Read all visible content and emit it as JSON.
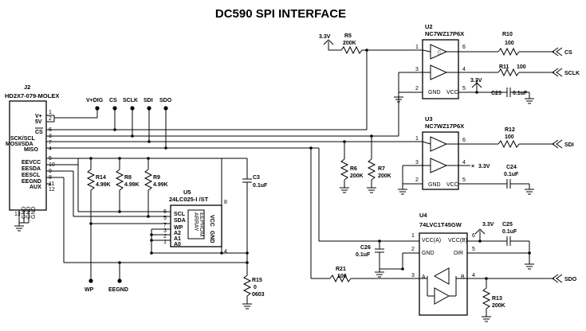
{
  "title": "DC590 SPI INTERFACE",
  "supply": "3.3V",
  "j2": {
    "ref": "J2",
    "part": "HD2X7-079-MOLEX",
    "pins": [
      "1",
      "2",
      "6",
      "3",
      "7",
      "4",
      "5",
      "10",
      "9",
      "8",
      "11",
      "12",
      "14",
      "13"
    ],
    "labels": [
      "V+",
      "5V",
      "CS",
      "SCK/SCL",
      "MOSI/SDA",
      "MISO",
      "EEVCC",
      "EESDA",
      "EESCL",
      "EEGND",
      "AUX"
    ],
    "gnd": "GND"
  },
  "top_labels": [
    "V+DIG",
    "CS",
    "SCLK",
    "SDI",
    "SDO"
  ],
  "resistors": {
    "r5": {
      "ref": "R5",
      "val": "200K"
    },
    "r10": {
      "ref": "R10",
      "val": "100"
    },
    "r11": {
      "ref": "R11",
      "val": "100"
    },
    "r12": {
      "ref": "R12",
      "val": "100"
    },
    "r6": {
      "ref": "R6",
      "val": "200K"
    },
    "r7": {
      "ref": "R7",
      "val": "200K"
    },
    "r14": {
      "ref": "R14",
      "val": "4.99K"
    },
    "r8": {
      "ref": "R8",
      "val": "4.99K"
    },
    "r9": {
      "ref": "R9",
      "val": "4.99K"
    },
    "r15": {
      "ref": "R15",
      "val": "0",
      "val2": "0603"
    },
    "r21": {
      "ref": "R21",
      "val": "100"
    },
    "r13": {
      "ref": "R13",
      "val": "200K"
    }
  },
  "caps": {
    "c23": {
      "ref": "C23",
      "val": "0.1uF"
    },
    "c24": {
      "ref": "C24",
      "val": "0.1uF"
    },
    "c3": {
      "ref": "C3",
      "val": "0.1uF"
    },
    "c25": {
      "ref": "C25",
      "val": "0.1uF"
    },
    "c26": {
      "ref": "C26",
      "val": "0.1uF"
    }
  },
  "u2": {
    "ref": "U2",
    "part": "NC7WZ17P6X",
    "pins": [
      "1",
      "3",
      "2",
      "6",
      "4",
      "5"
    ],
    "gnd": "GND",
    "vcc": "VCC"
  },
  "u3": {
    "ref": "U3",
    "part": "NC7WZ17P6X",
    "pins": [
      "1",
      "3",
      "2",
      "6",
      "4",
      "5"
    ],
    "gnd": "GND",
    "vcc": "VCC",
    "nc": "×"
  },
  "u5": {
    "ref": "U5",
    "part": "24LC025-I /ST",
    "pins": [
      "6",
      "5",
      "7",
      "3",
      "2",
      "1",
      "8",
      "4"
    ],
    "pinnames": [
      "SCL",
      "SDA",
      "WP",
      "A2",
      "A1",
      "A0"
    ],
    "vcc": "VCC",
    "gnd": "GND",
    "body1": "ARRAY",
    "body2": "EEPROM"
  },
  "u4": {
    "ref": "U4",
    "part": "74LVC1T45GW",
    "pins": [
      "1",
      "2",
      "3",
      "6",
      "5",
      "4"
    ],
    "vcca": "VCC(A)",
    "vccb": "VCC(B)",
    "gnd": "GND",
    "dir": "DIR",
    "a": "A",
    "b": "B"
  },
  "nets": {
    "cs": "CS",
    "sclk": "SCLK",
    "sdi": "SDI",
    "sdo": "SDO",
    "wp": "WP",
    "eegnd": "EEGND"
  }
}
